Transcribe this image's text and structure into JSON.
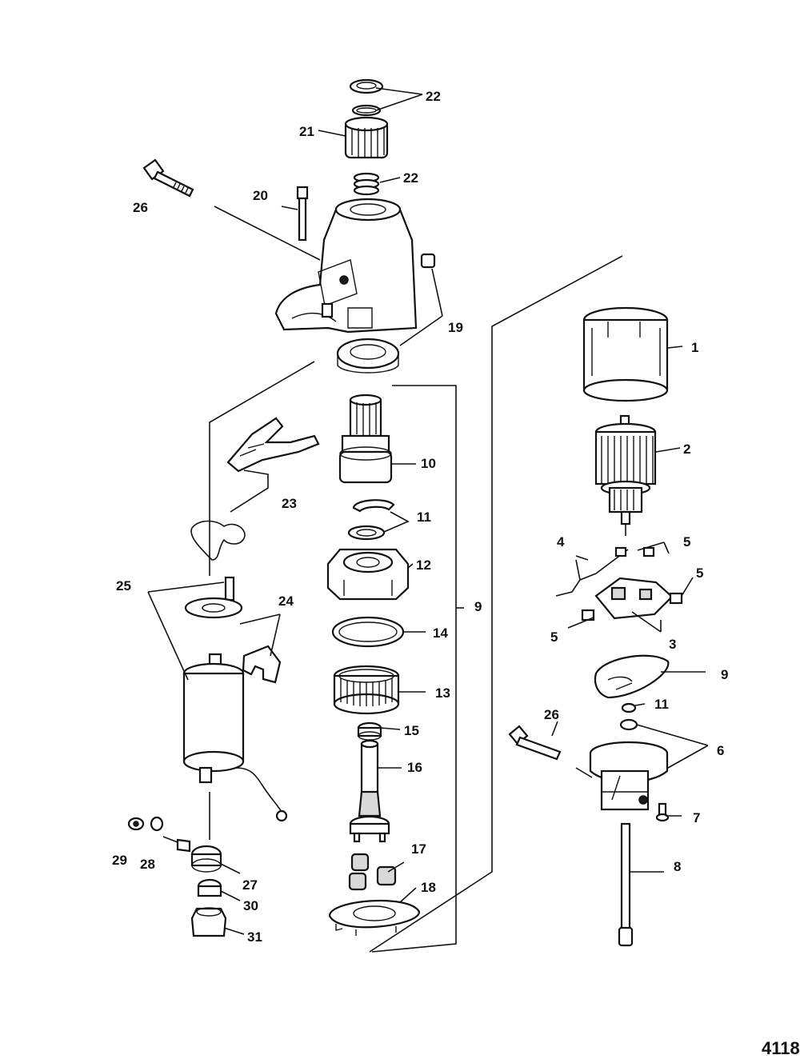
{
  "figure_number": "4118",
  "callouts": [
    {
      "id": "c22a",
      "text": "22"
    },
    {
      "id": "c21",
      "text": "21"
    },
    {
      "id": "c22b",
      "text": "22"
    },
    {
      "id": "c26a",
      "text": "26"
    },
    {
      "id": "c20",
      "text": "20"
    },
    {
      "id": "c19",
      "text": "19"
    },
    {
      "id": "c1",
      "text": "1"
    },
    {
      "id": "c10",
      "text": "10"
    },
    {
      "id": "c2",
      "text": "2"
    },
    {
      "id": "c23",
      "text": "23"
    },
    {
      "id": "c11a",
      "text": "11"
    },
    {
      "id": "c4",
      "text": "4"
    },
    {
      "id": "c5a",
      "text": "5"
    },
    {
      "id": "c12",
      "text": "12"
    },
    {
      "id": "c5b",
      "text": "5"
    },
    {
      "id": "c25",
      "text": "25"
    },
    {
      "id": "c24",
      "text": "24"
    },
    {
      "id": "c9a",
      "text": "9"
    },
    {
      "id": "c5c",
      "text": "5"
    },
    {
      "id": "c3",
      "text": "3"
    },
    {
      "id": "c14",
      "text": "14"
    },
    {
      "id": "c9b",
      "text": "9"
    },
    {
      "id": "c13",
      "text": "13"
    },
    {
      "id": "c11b",
      "text": "11"
    },
    {
      "id": "c15",
      "text": "15"
    },
    {
      "id": "c26b",
      "text": "26"
    },
    {
      "id": "c6",
      "text": "6"
    },
    {
      "id": "c16",
      "text": "16"
    },
    {
      "id": "c7",
      "text": "7"
    },
    {
      "id": "c29",
      "text": "29"
    },
    {
      "id": "c28",
      "text": "28"
    },
    {
      "id": "c17",
      "text": "17"
    },
    {
      "id": "c8",
      "text": "8"
    },
    {
      "id": "c27",
      "text": "27"
    },
    {
      "id": "c18",
      "text": "18"
    },
    {
      "id": "c30",
      "text": "30"
    },
    {
      "id": "c31",
      "text": "31"
    }
  ]
}
